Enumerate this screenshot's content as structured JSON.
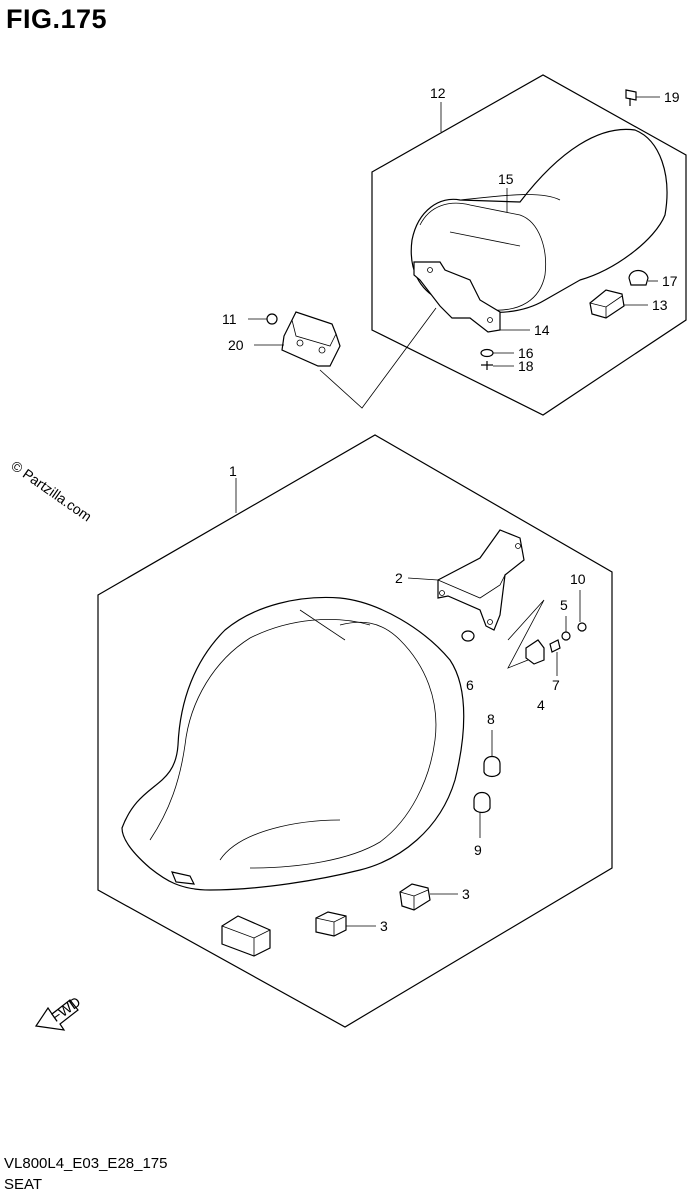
{
  "figure": {
    "title": "FIG.175"
  },
  "watermark": "© Partzilla.com",
  "footer": {
    "model_code": "VL800L4_E03_E28_175",
    "section_name": "SEAT"
  },
  "fwd_arrow": {
    "label": "FWD"
  },
  "callouts": {
    "p1": "1",
    "p2": "2",
    "p3a": "3",
    "p3b": "3",
    "p4": "4",
    "p5": "5",
    "p6": "6",
    "p7": "7",
    "p8": "8",
    "p9": "9",
    "p10": "10",
    "p11": "11",
    "p12": "12",
    "p13": "13",
    "p14": "14",
    "p15": "15",
    "p16": "16",
    "p17": "17",
    "p18": "18",
    "p19": "19",
    "p20": "20"
  }
}
